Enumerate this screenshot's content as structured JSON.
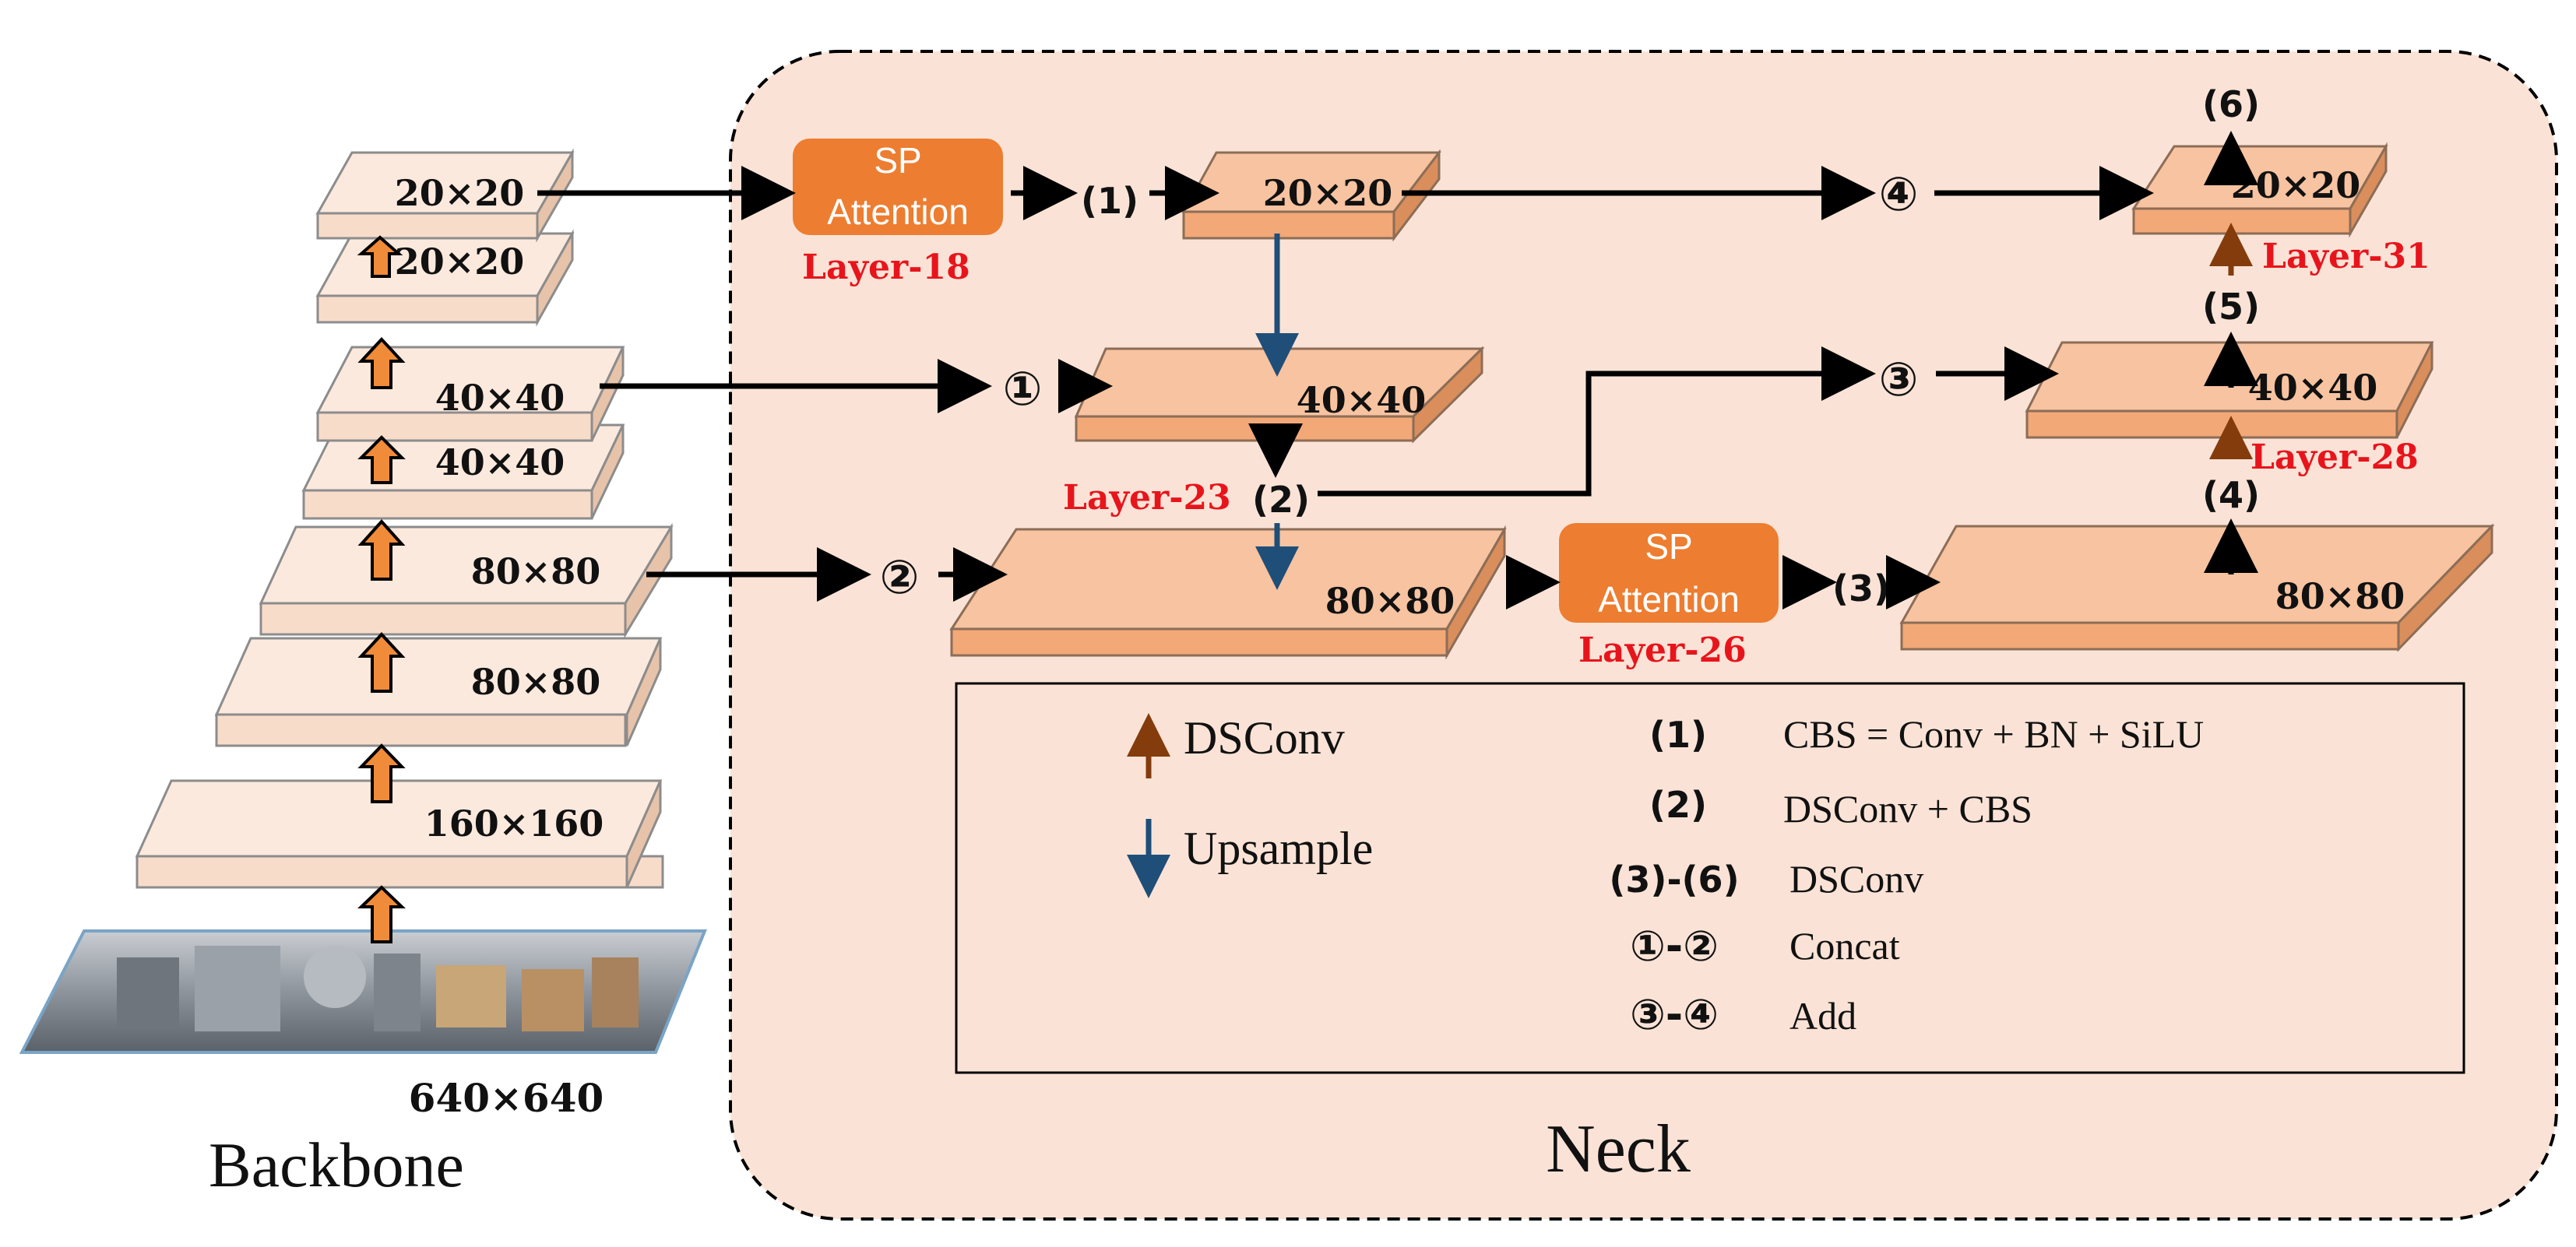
{
  "backbone": {
    "title": "Backbone",
    "input_size": "640×640",
    "blocks": [
      "160×160",
      "80×80",
      "80×80",
      "40×40",
      "40×40",
      "20×20",
      "20×20"
    ]
  },
  "neck": {
    "title": "Neck",
    "blocks": {
      "top_mid": "20×20",
      "mid_mid": "40×40",
      "bot_mid": "80×80",
      "top_right": "20×20",
      "mid_right": "40×40",
      "bot_right": "80×80"
    },
    "sp_attention": "SP\nAttention",
    "layers": {
      "l18": "Layer-18",
      "l23": "Layer-23",
      "l26": "Layer-26",
      "l28": "Layer-28",
      "l31": "Layer-31"
    },
    "steps": {
      "s1": "(1)",
      "s2": "(2)",
      "s3": "(3)",
      "s4": "(4)",
      "s5": "(5)",
      "s6": "(6)",
      "c1": "①",
      "c2": "②",
      "c3": "③",
      "c4": "④"
    }
  },
  "legend": {
    "dsconv": "DSConv",
    "upsample": "Upsample",
    "rows": [
      {
        "key": "(1)",
        "value": "CBS = Conv + BN + SiLU"
      },
      {
        "key": "(2)",
        "value": "DSConv + CBS"
      },
      {
        "key": "(3)-(6)",
        "value": "DSConv"
      },
      {
        "key": "①-②",
        "value": "Concat"
      },
      {
        "key": "③-④",
        "value": "Add"
      }
    ]
  },
  "colors": {
    "neck_bg": "#fae3d6",
    "backbone_block": "#fbe5d6",
    "neck_block": "#f4b183",
    "sp_attention": "#ed7d31",
    "layer_label": "#e8141c",
    "dsconv_arrow": "#843c0c",
    "upsample_arrow": "#1f4e79"
  },
  "icons": {
    "dsconv": "brown-up-arrow-icon",
    "upsample": "blue-down-arrow-icon",
    "backbone_step": "orange-up-arrow-icon"
  }
}
